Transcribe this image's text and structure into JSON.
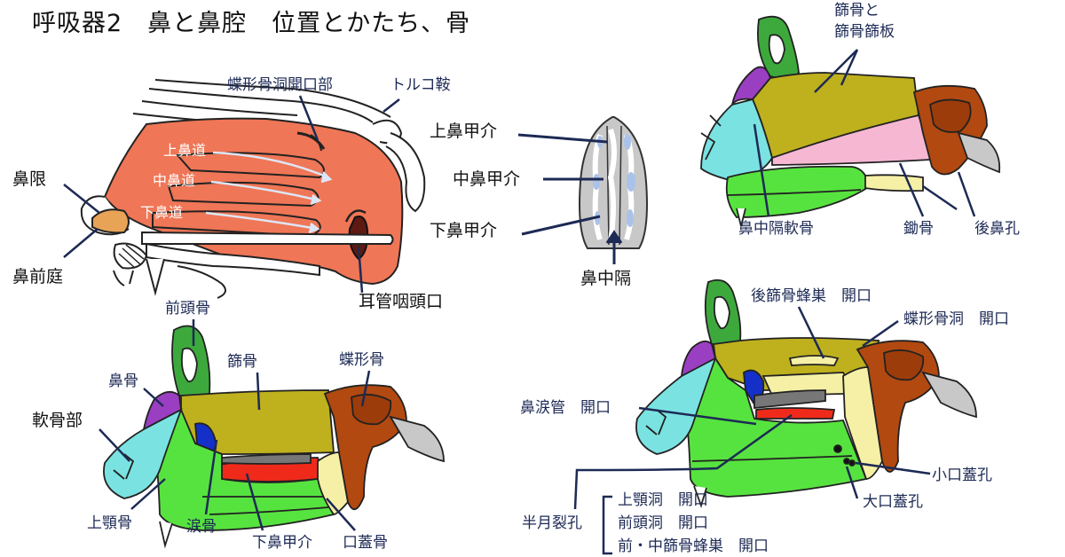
{
  "title": "呼吸器2　鼻と鼻腔　位置とかたち、骨",
  "fig_nasal_cavity": {
    "sphenoid_opening": "蝶形骨洞開口部",
    "sella_turcica": "トルコ鞍",
    "superior_meatus": "上鼻道",
    "middle_meatus": "中鼻道",
    "inferior_meatus": "下鼻道",
    "limen_nasi": "鼻限",
    "vestibule": "鼻前庭",
    "eustachian_opening": "耳管咽頭口"
  },
  "fig_coronal": {
    "superior_concha": "上鼻甲介",
    "middle_concha": "中鼻甲介",
    "inferior_concha": "下鼻甲介",
    "septum": "鼻中隔"
  },
  "fig_septum": {
    "ethmoid_and_plate_l1": "篩骨と",
    "ethmoid_and_plate_l2": "篩骨篩板",
    "septal_cartilage": "鼻中隔軟骨",
    "vomer": "鋤骨",
    "choana": "後鼻孔"
  },
  "fig_lateral_bones": {
    "frontal": "前頭骨",
    "nasal": "鼻骨",
    "ethmoid": "篩骨",
    "sphenoid": "蝶形骨",
    "cartilage": "軟骨部",
    "maxilla": "上顎骨",
    "lacrimal": "涙骨",
    "inferior_concha": "下鼻甲介",
    "palatine": "口蓋骨"
  },
  "fig_openings": {
    "post_ethmoid": "後篩骨蜂巣　開口",
    "sphenoid_sinus": "蝶形骨洞　開口",
    "nasolacrimal": "鼻涙管　開口",
    "lesser_palatine": "小口蓋孔",
    "greater_palatine": "大口蓋孔",
    "semilunar": "半月裂孔",
    "maxillary_sinus": "上顎洞　開口",
    "frontal_sinus": "前頭洞　開口",
    "ant_mid_ethmoid": "前・中篩骨蜂巣　開口"
  }
}
